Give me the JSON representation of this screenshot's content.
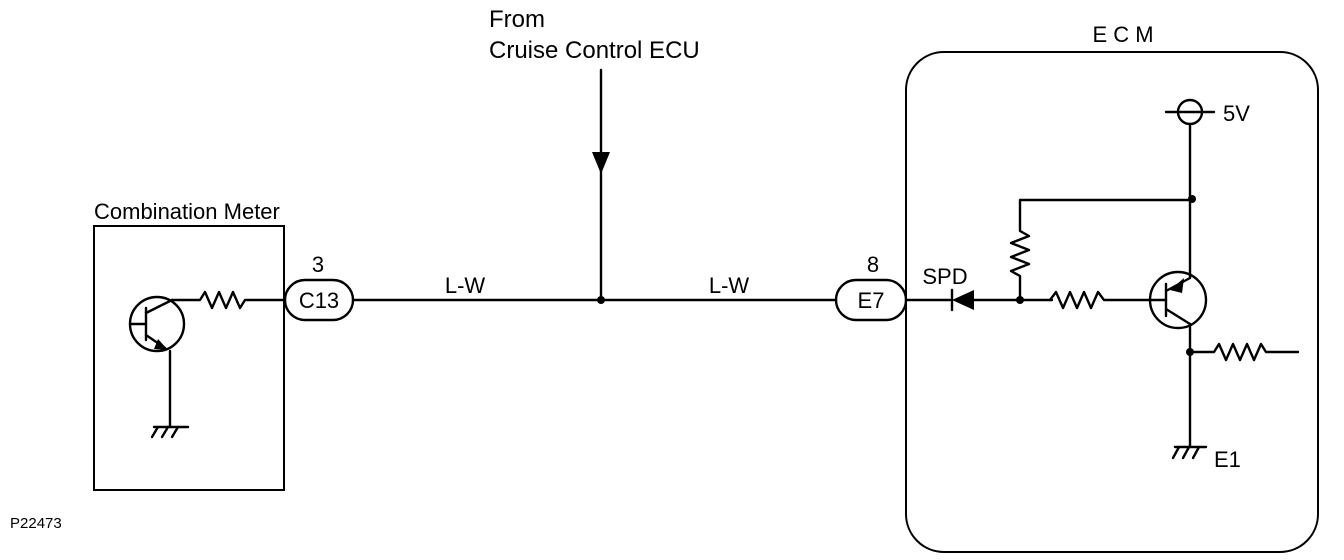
{
  "source": {
    "line1": "From",
    "line2": "Cruise Control ECU"
  },
  "combination_meter": {
    "title": "Combination Meter"
  },
  "connector_c13": {
    "pin": "3",
    "name": "C13"
  },
  "wire_left": "L-W",
  "wire_right": "L-W",
  "connector_e7": {
    "pin": "8",
    "name": "E7"
  },
  "ecm": {
    "title": "E C M",
    "spd": "SPD",
    "supply": "5V",
    "ground": "E1"
  },
  "figure_id": "P22473"
}
